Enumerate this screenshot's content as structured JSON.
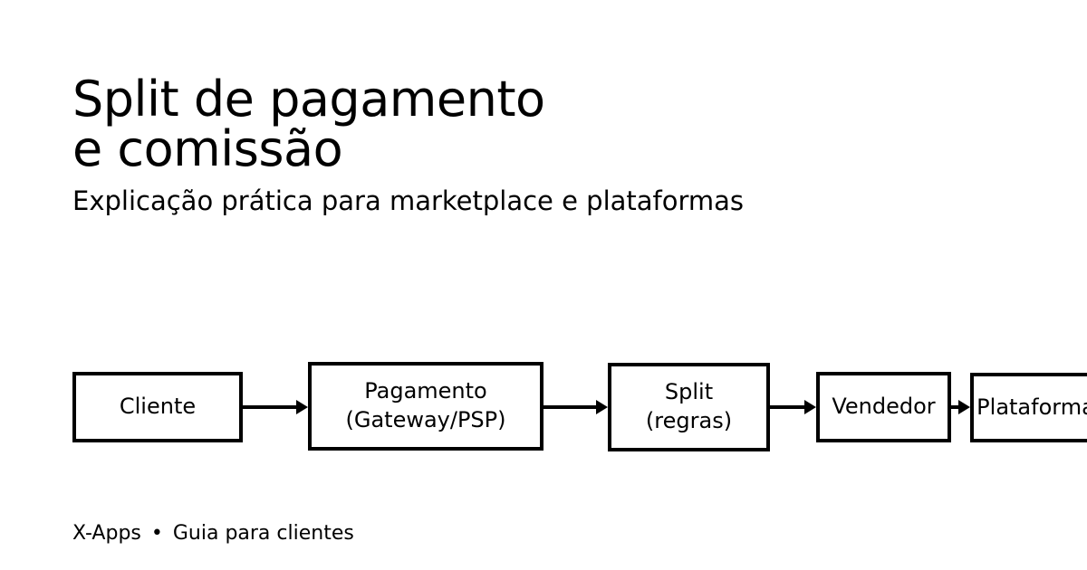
{
  "colors": {
    "ink": "#000000",
    "background": "#ffffff"
  },
  "header": {
    "title_line1": "Split de pagamento",
    "title_line2": "e comissão",
    "subtitle": "Explicação prática para marketplace e plataformas"
  },
  "diagram": {
    "nodes": [
      {
        "label": "Cliente"
      },
      {
        "label": "Pagamento\n(Gateway/PSP)"
      },
      {
        "label": "Split\n(regras)"
      },
      {
        "label": "Vendedor"
      },
      {
        "label": "Plataforma"
      }
    ]
  },
  "footer": {
    "brand": "X-Apps",
    "separator": "•",
    "tagline": "Guia para clientes"
  }
}
